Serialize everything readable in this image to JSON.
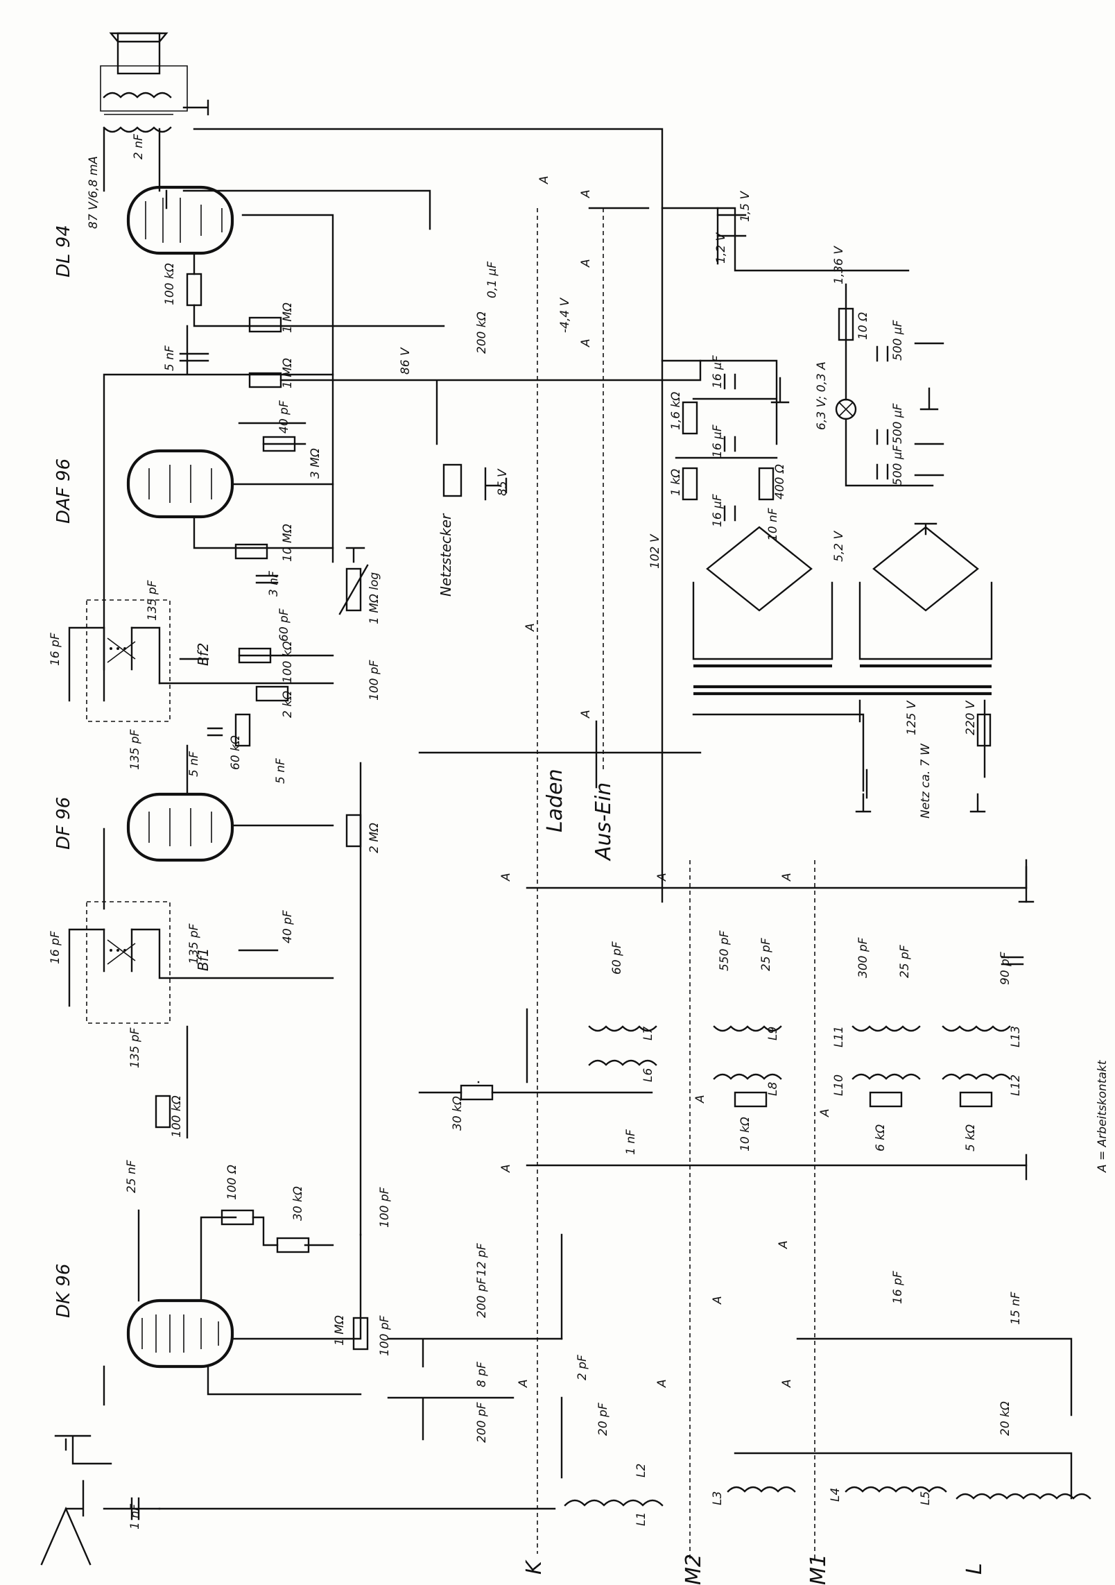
{
  "tubes": [
    {
      "id": "dl",
      "label": "DL 94"
    },
    {
      "id": "daf",
      "label": "DAF 96"
    },
    {
      "id": "df",
      "label": "DF 96"
    },
    {
      "id": "dk",
      "label": "DK 96"
    }
  ],
  "voltages": {
    "v87": "87 V/6,8 mA",
    "v86": "86 V",
    "v102": "102 V",
    "v44": "-4,4 V",
    "v85": "85 V",
    "v12": "1,2 V",
    "v15": "1,5 V",
    "v136": "1,36 V",
    "v52": "5,2 V",
    "lamp": "6,3 V; 0,3 A"
  },
  "components": {
    "c_2nf": "2 nF",
    "c_01": "0,1 µF",
    "r_100k_a": "100 kΩ",
    "r_1m_a": "1 MΩ",
    "r_200k": "200 kΩ",
    "c_5nf_a": "5 nF",
    "r_1m_b": "1 MΩ",
    "c_40_a": "40 pF",
    "r_3m": "3 MΩ",
    "r_10m": "10 MΩ",
    "c_3nf": "3 nF",
    "pot": "1 MΩ log",
    "c_135_a": "135 pF",
    "c_16_a": "16 pF",
    "c_60_a": "60 pF",
    "r_100k_b": "100 kΩ",
    "c_100_a": "100 pF",
    "r_2k": "2 kΩ",
    "r_60k": "60 kΩ",
    "c_5nf_b": "5 nF",
    "c_5nf_c": "5 nF",
    "c_135_b": "135 pF",
    "r_2m": "2 MΩ",
    "c_16_b": "16 pF",
    "c_135_c": "135 pF",
    "c_40_b": "40 pF",
    "c_135_d": "135 pF",
    "r_100k_c": "100 kΩ",
    "c_25nf": "25 nF",
    "r_100": "100 Ω",
    "r_30k_a": "30 kΩ",
    "r_1m_c": "1 MΩ",
    "c_100_b": "100 pF",
    "c_100_c": "100 pF",
    "c_12": "12 pF",
    "c_200_a": "200 pF",
    "c_8": "8 pF",
    "c_200_b": "200 pF",
    "c_2pf": "2 pF",
    "c_20": "20 pF",
    "c_1nf": "1 nF",
    "r_30k_b": "30 kΩ",
    "c_1nf_b": "1 nF",
    "c_60_b": "60 pF",
    "c_550": "550 pF",
    "c_25_a": "25 pF",
    "c_300": "300 pF",
    "c_25_b": "25 pF",
    "c_90": "90 pF",
    "r_10k": "10 kΩ",
    "r_6k": "6 kΩ",
    "r_5k": "5 kΩ",
    "c_16pf_l": "16 pF",
    "c_15nf": "15 nF",
    "r_20k": "20 kΩ",
    "e_16a": "16 µF",
    "e_16b": "16 µF",
    "e_16c": "16 µF",
    "r_16k": "1,6 kΩ",
    "r_1k": "1 kΩ",
    "r_400": "400 Ω",
    "c_10nf": "10 nF",
    "r_10": "10 Ω",
    "e_500a": "500 µF",
    "e_500b": "500 µF",
    "e_500c": "500 µF",
    "mains_125": "125 V",
    "mains_220": "220 V",
    "mains_power": "Netz ca. 7 W"
  },
  "filters": {
    "bf1": "Bf1",
    "bf2": "Bf2"
  },
  "coils": {
    "L1": "L1",
    "L2": "L2",
    "L3": "L3",
    "L4": "L4",
    "L5": "L5",
    "L6": "L6",
    "L7": "L7",
    "L8": "L8",
    "L9": "L9",
    "L10": "L10",
    "L11": "L11",
    "L12": "L12",
    "L13": "L13"
  },
  "switch": {
    "contact": "A"
  },
  "bands": {
    "K": "K",
    "M2": "M2",
    "M1": "M1",
    "L": "L"
  },
  "labels": {
    "netzstecker": "Netzstecker",
    "laden": "Laden",
    "aus_ein": "Aus-Ein",
    "legend": "A = Arbeitskontakt"
  }
}
